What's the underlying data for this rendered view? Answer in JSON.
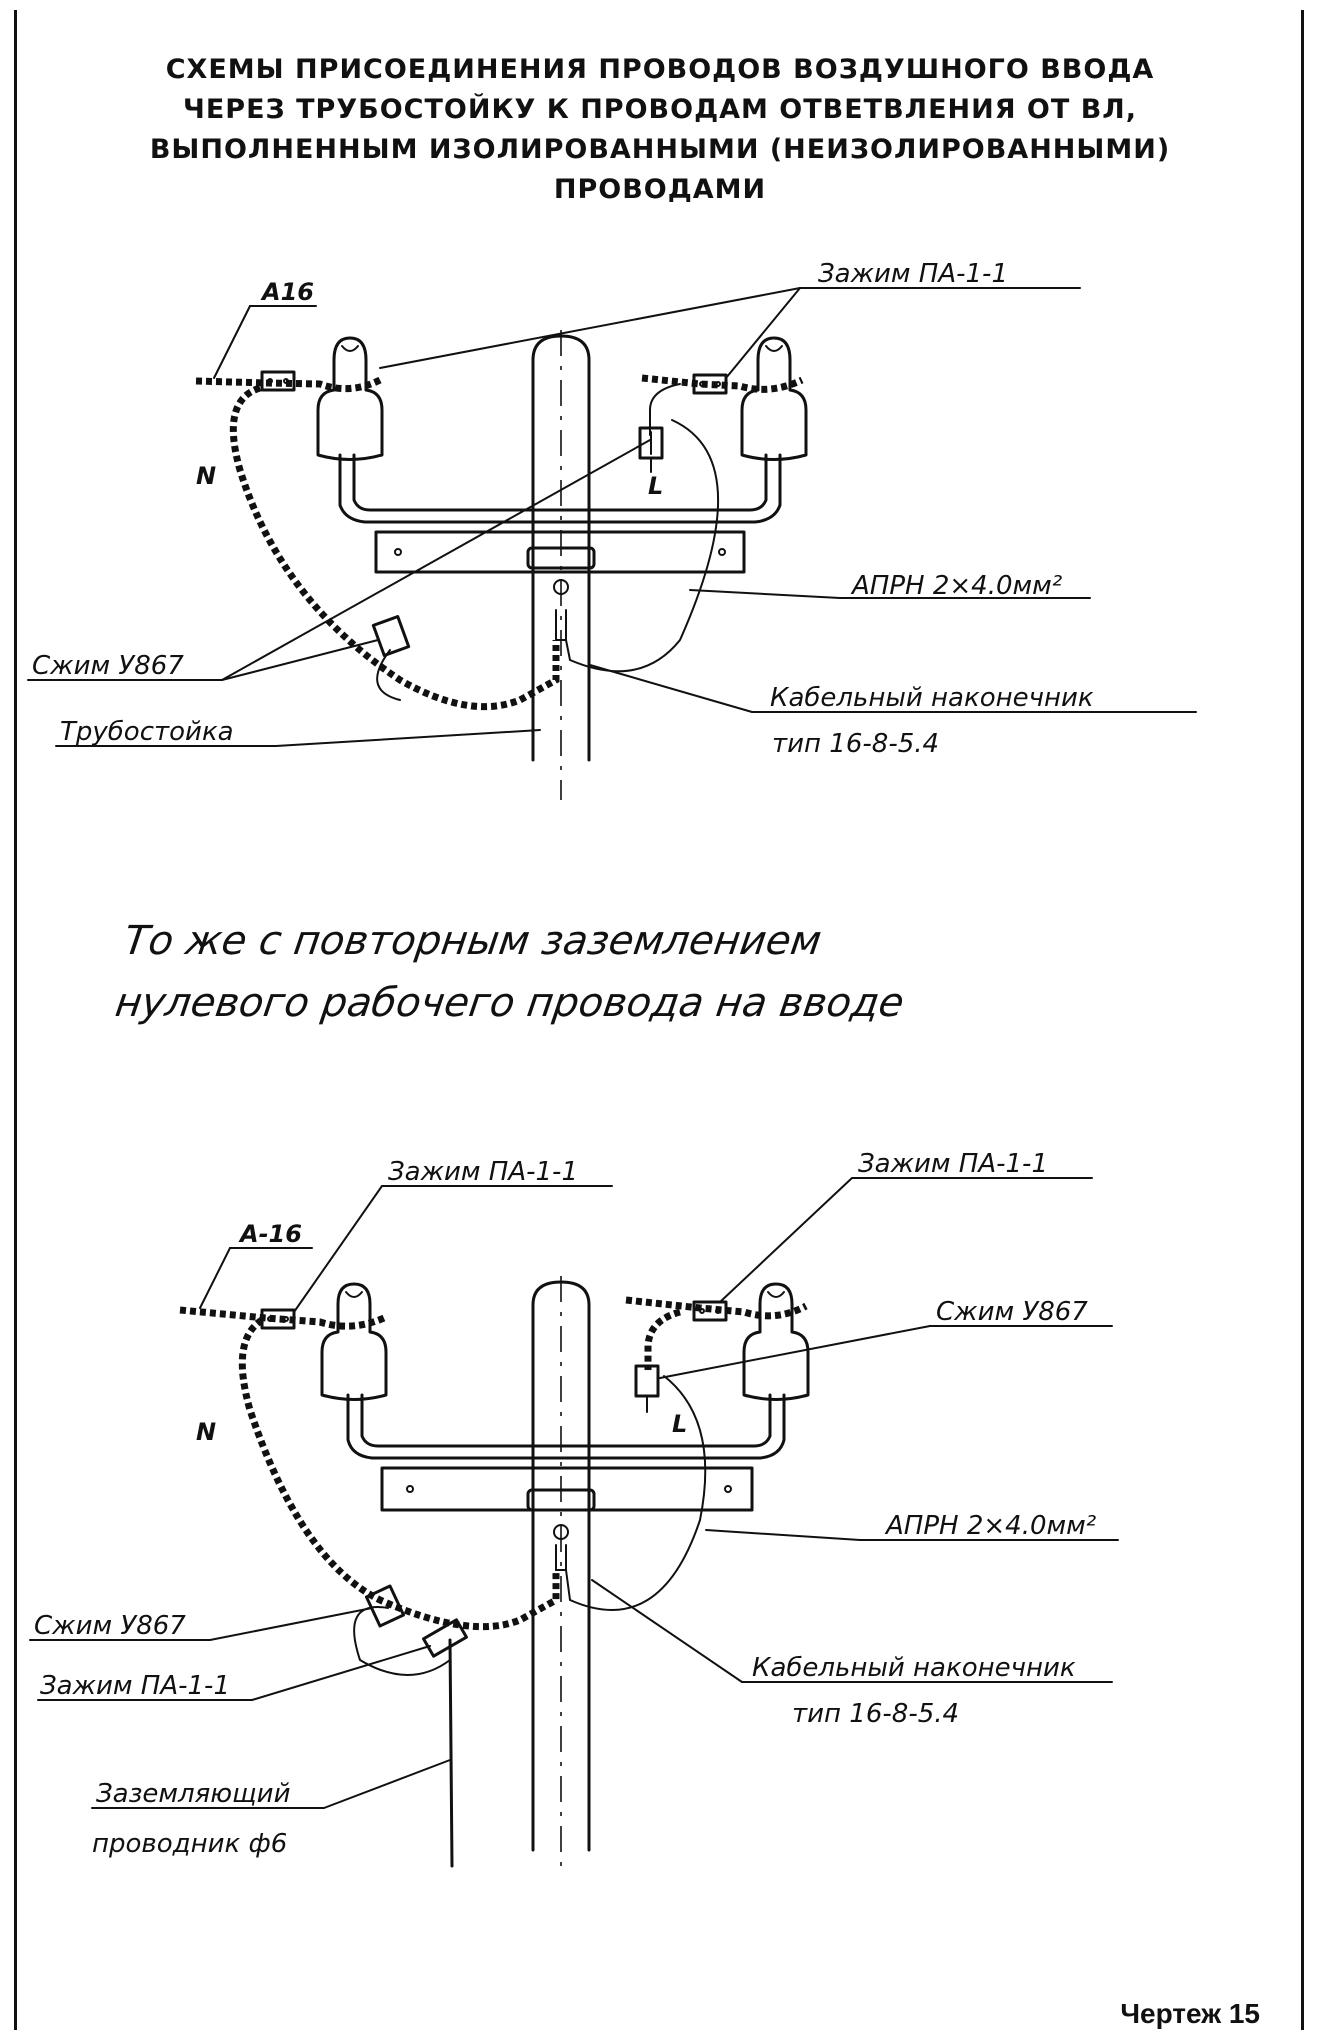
{
  "title_lines": [
    "СХЕМЫ ПРИСОЕДИНЕНИЯ ПРОВОДОВ ВОЗДУШНОГО ВВОДА",
    "ЧЕРЕЗ ТРУБОСТОЙКУ К ПРОВОДАМ ОТВЕТВЛЕНИЯ ОТ ВЛ,",
    "ВЫПОЛНЕННЫМ ИЗОЛИРОВАННЫМИ (НЕИЗОЛИРОВАННЫМИ)",
    "ПРОВОДАМИ"
  ],
  "diagram1": {
    "wire_label": "А16",
    "clamp_label": "Зажим ПА-1-1",
    "neutral_label": "N",
    "phase_label": "L",
    "cable_label": "АПРН 2×4.0мм²",
    "compress_label": "Сжим У867",
    "pipe_label": "Трубостойка",
    "lug_label": "Кабельный наконечник",
    "lug_type": "тип 16-8-5.4"
  },
  "caption_lines": [
    "То же с повторным заземлением",
    "нулевого рабочего провода на вводе"
  ],
  "diagram2": {
    "wire_label": "А-16",
    "clamp_left_label": "Зажим ПА-1-1",
    "clamp_right_label": "Зажим ПА-1-1",
    "compress_top_label": "Сжим У867",
    "neutral_label": "N",
    "phase_label": "L",
    "cable_label": "АПРН 2×4.0мм²",
    "compress_label": "Сжим У867",
    "clamp_bottom_label": "Зажим ПА-1-1",
    "lug_label": "Кабельный наконечник",
    "lug_type": "тип 16-8-5.4",
    "ground_label_1": "Заземляющий",
    "ground_label_2": "проводник ф6"
  },
  "drawing_number": "Чертеж 15"
}
